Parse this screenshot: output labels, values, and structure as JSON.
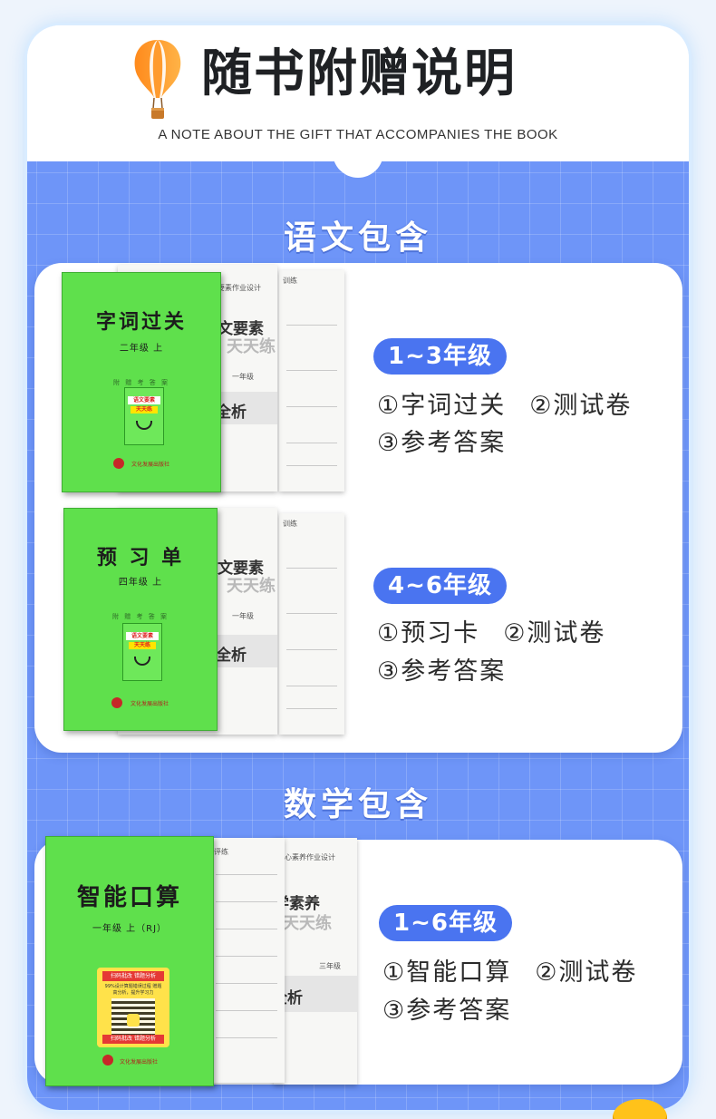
{
  "header": {
    "title": "随书附赠说明",
    "subtitle": "A NOTE ABOUT THE GIFT THAT ACCOMPANIES THE BOOK"
  },
  "sections": [
    {
      "heading": "语文包含",
      "cards": [
        {
          "grade": "1~3年级",
          "items_line1": [
            "①字词过关",
            "②测试卷"
          ],
          "items_line2": [
            "③参考答案"
          ],
          "cover": {
            "title": "字词过关",
            "grade_label": "二年级 上",
            "tiny": "附 赠 考 答 案",
            "mini_label": "语文要素",
            "mini_label2": "天天练",
            "publisher": "文化发展出版社"
          },
          "paper_mid": {
            "header": "要素作业设计",
            "big": "文要素",
            "water": "天天练",
            "grade": "一年级",
            "band": "全析"
          },
          "paper_back": {
            "header": "训练"
          }
        },
        {
          "grade": "4~6年级",
          "items_line1": [
            "①预习卡",
            "②测试卷"
          ],
          "items_line2": [
            "③参考答案"
          ],
          "cover": {
            "title": "预 习 单",
            "grade_label": "四年级 上",
            "tiny": "附 赠 考 答 案",
            "mini_label": "语文要素",
            "mini_label2": "天天练",
            "publisher": "文化发展出版社"
          },
          "paper_mid": {
            "header": "",
            "big": "文要素",
            "water": "天天练",
            "grade": "一年级",
            "band": "全析"
          },
          "paper_back": {
            "header": "训练"
          }
        }
      ]
    },
    {
      "heading": "数学包含",
      "cards": [
        {
          "grade": "1~6年级",
          "items_line1": [
            "①智能口算",
            "②测试卷"
          ],
          "items_line2": [
            "③参考答案"
          ],
          "cover": {
            "title": "智能口算",
            "grade_label": "一年级 上（RJ）",
            "qr_top": "扫码批改  错题分析",
            "qr_mid": "99%设计算题错误过程 赠题高分析，提升学习力",
            "qr_bot": "扫码批改  错题分析",
            "publisher": "文化发展出版社"
          },
          "paper_mid": {
            "header": "评练",
            "big": "",
            "water": "",
            "grade": "",
            "band": ""
          },
          "paper_back": {
            "header": "心素养作业设计",
            "big": "学素养",
            "water": "天天练",
            "grade": "三年级",
            "band": "全析"
          }
        }
      ]
    }
  ],
  "colors": {
    "blue_bg": "#6e95f8",
    "pill": "#4a74f0",
    "cover_green": "#5fe04c"
  }
}
